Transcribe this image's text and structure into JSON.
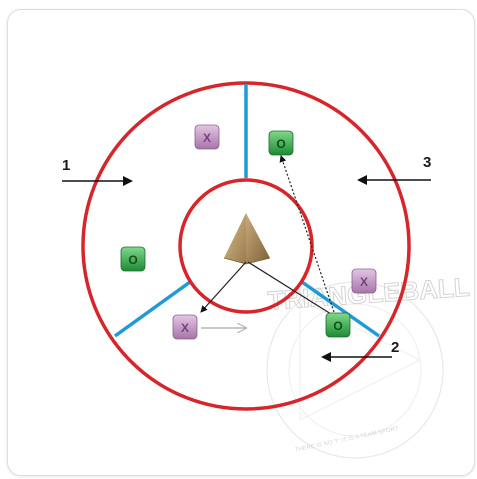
{
  "labels": {
    "zone_1": "1",
    "zone_2": "2",
    "zone_3": "3"
  },
  "tokens": {
    "x_mark": "X",
    "o_mark": "O"
  },
  "watermark": {
    "brand": "TRIANGLEBALL",
    "slogan": "THERE IS NO \"I\" IT IS A TEAM SPORT"
  },
  "colors": {
    "ring_red": "#d6262b",
    "divider_blue": "#1f9ad8",
    "x_token_purple": "#b788b8",
    "o_token_green": "#3aa84a",
    "triangle_tan": "#b3966a"
  }
}
